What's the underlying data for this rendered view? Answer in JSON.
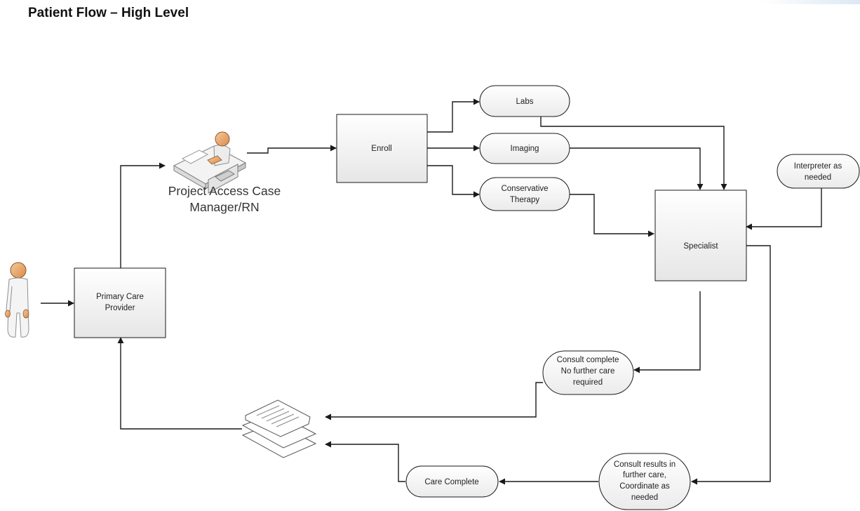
{
  "title": "Patient Flow – High Level",
  "nodes": {
    "primary_care": [
      "Primary Care",
      "Provider"
    ],
    "case_manager": [
      "Project Access Case",
      "Manager/RN"
    ],
    "enroll": [
      "Enroll"
    ],
    "labs": [
      "Labs"
    ],
    "imaging": [
      "Imaging"
    ],
    "conservative": [
      "Conservative",
      "Therapy"
    ],
    "interpreter": [
      "Interpreter as",
      "needed"
    ],
    "specialist": [
      "Specialist"
    ],
    "consult_complete": [
      "Consult complete",
      "No further care",
      "required"
    ],
    "consult_results": [
      "Consult results in",
      "further care,",
      "Coordinate as",
      "needed"
    ],
    "care_complete": [
      "Care Complete"
    ]
  },
  "colors": {
    "box_top": "#ffffff",
    "box_bottom": "#e6e6e6",
    "stroke": "#1a1a1a",
    "person_skin": "#f0b27a",
    "person_outline": "#8a5a2b",
    "person_body": "#f2f2f2"
  },
  "icons": {
    "patient": "patient-icon",
    "case_manager": "case-manager-desk-icon",
    "documents": "documents-stack-icon"
  }
}
